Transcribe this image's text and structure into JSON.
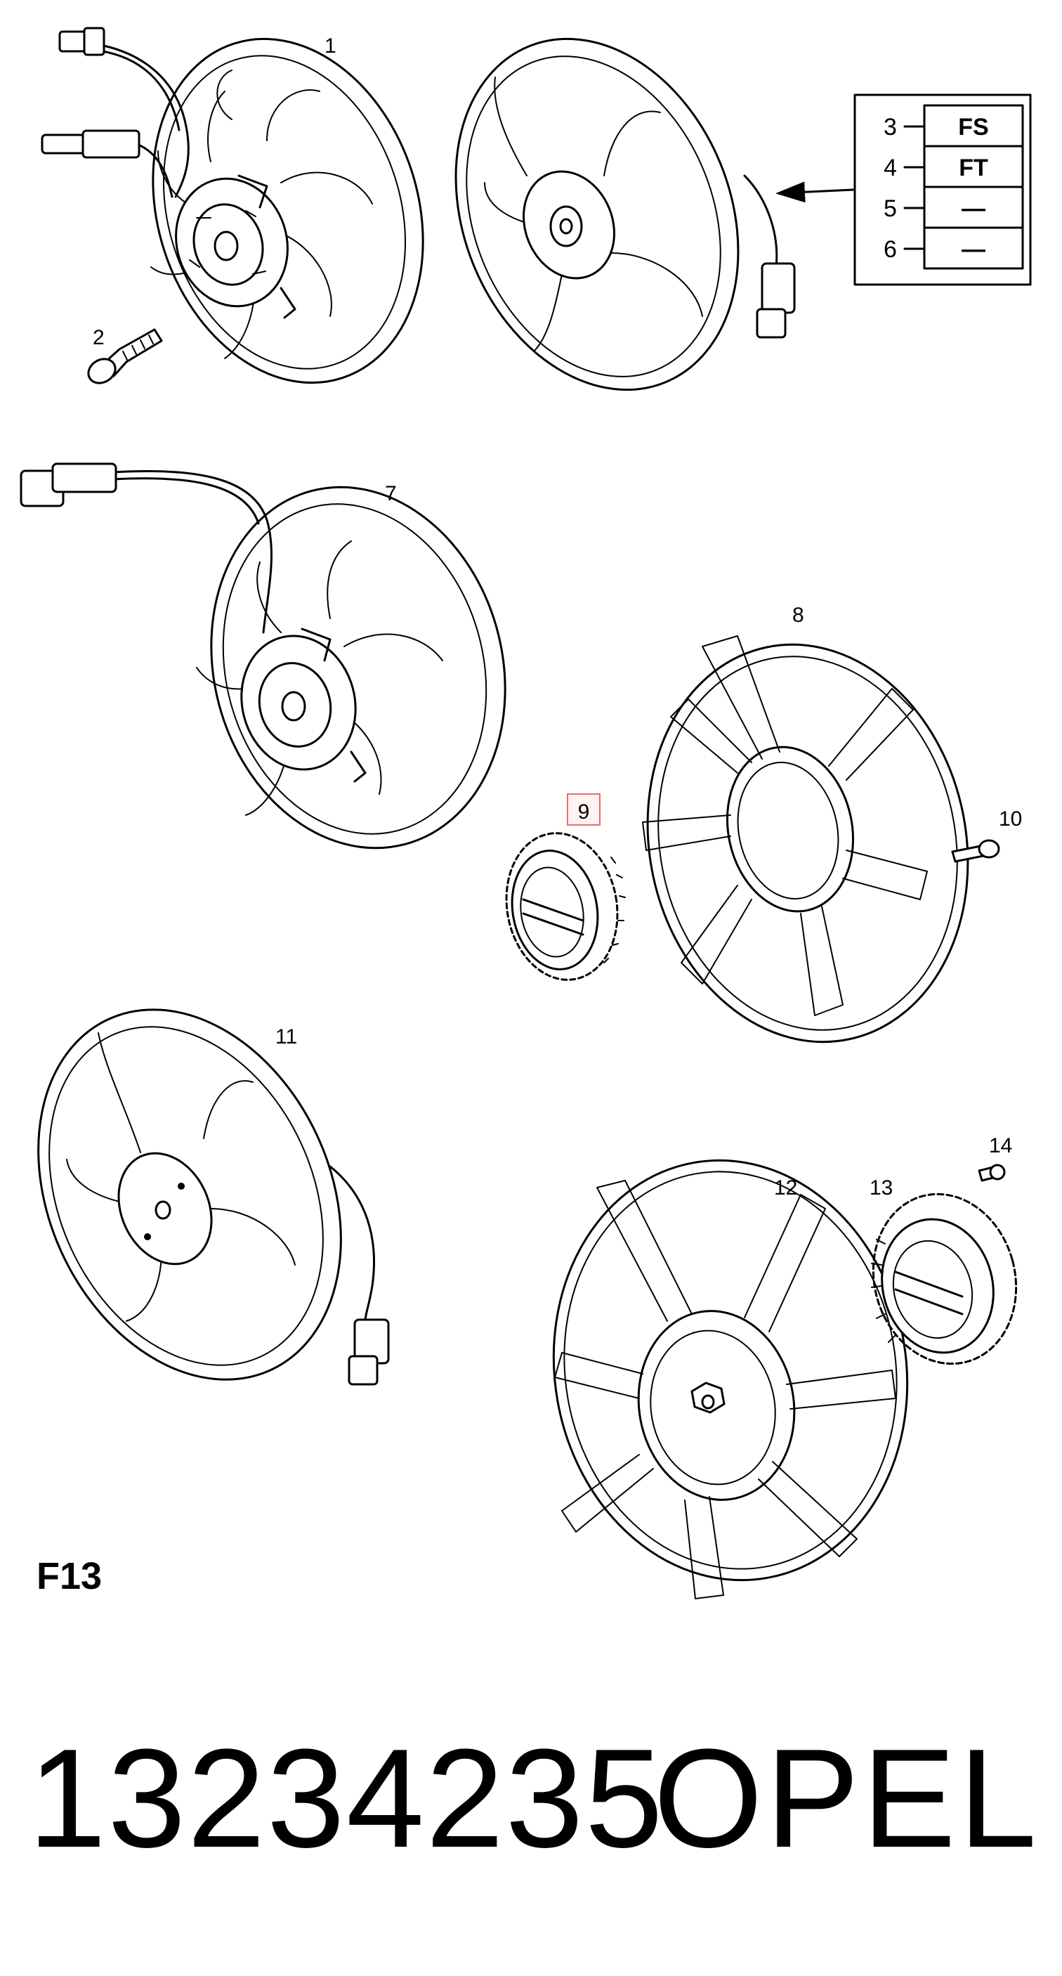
{
  "diagram": {
    "callouts": {
      "p1": "1",
      "p2": "2",
      "p7": "7",
      "p8": "8",
      "p9": "9",
      "p10": "10",
      "p11": "11",
      "p12": "12",
      "p13": "13",
      "p14": "14"
    },
    "legend": [
      {
        "num": "3",
        "code": "FS"
      },
      {
        "num": "4",
        "code": "FT"
      },
      {
        "num": "5",
        "code": "—"
      },
      {
        "num": "6",
        "code": "—"
      }
    ],
    "highlight_color": "#e07070",
    "section_code": "F13"
  },
  "footer": {
    "part_number": "13234235",
    "brand": "OPEL"
  }
}
